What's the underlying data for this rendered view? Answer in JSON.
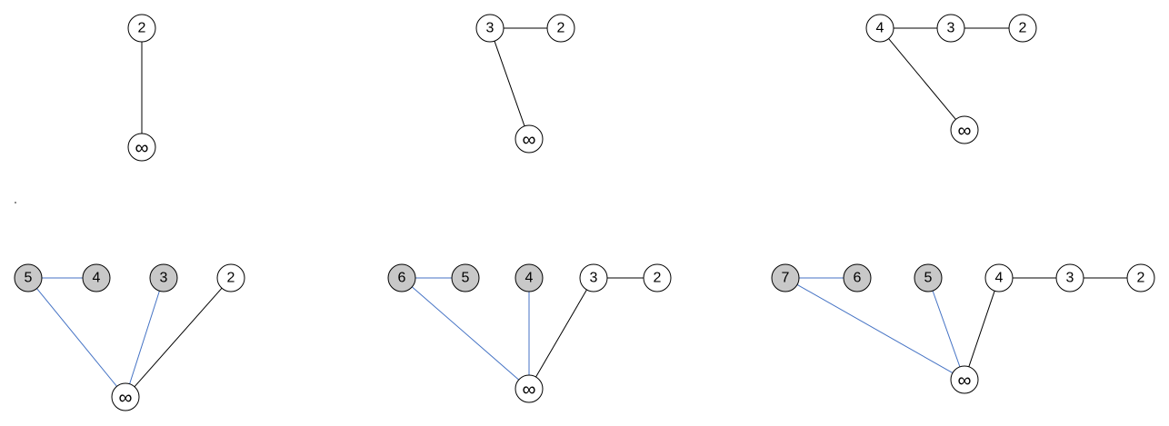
{
  "colors": {
    "node_fill": "#ffffff",
    "highlight_fill": "#c8c8c8",
    "edge_default": "#000000",
    "edge_highlight": "#4472c4"
  },
  "diagrams": [
    {
      "nodes": [
        {
          "id": "n2",
          "label": "2",
          "highlighted": false
        },
        {
          "id": "inf",
          "label": "∞",
          "highlighted": false
        }
      ],
      "edges": [
        {
          "from": "n2",
          "to": "inf",
          "highlighted": false
        }
      ]
    },
    {
      "nodes": [
        {
          "id": "n3",
          "label": "3",
          "highlighted": false
        },
        {
          "id": "n2",
          "label": "2",
          "highlighted": false
        },
        {
          "id": "inf",
          "label": "∞",
          "highlighted": false
        }
      ],
      "edges": [
        {
          "from": "n3",
          "to": "n2",
          "highlighted": false
        },
        {
          "from": "n3",
          "to": "inf",
          "highlighted": false
        }
      ]
    },
    {
      "nodes": [
        {
          "id": "n4",
          "label": "4",
          "highlighted": false
        },
        {
          "id": "n3",
          "label": "3",
          "highlighted": false
        },
        {
          "id": "n2",
          "label": "2",
          "highlighted": false
        },
        {
          "id": "inf",
          "label": "∞",
          "highlighted": false
        }
      ],
      "edges": [
        {
          "from": "n4",
          "to": "n3",
          "highlighted": false
        },
        {
          "from": "n3",
          "to": "n2",
          "highlighted": false
        },
        {
          "from": "n4",
          "to": "inf",
          "highlighted": false
        }
      ]
    },
    {
      "nodes": [
        {
          "id": "n5",
          "label": "5",
          "highlighted": true
        },
        {
          "id": "n4",
          "label": "4",
          "highlighted": true
        },
        {
          "id": "n3",
          "label": "3",
          "highlighted": true
        },
        {
          "id": "n2",
          "label": "2",
          "highlighted": false
        },
        {
          "id": "inf",
          "label": "∞",
          "highlighted": false
        }
      ],
      "edges": [
        {
          "from": "n5",
          "to": "n4",
          "highlighted": true
        },
        {
          "from": "n5",
          "to": "inf",
          "highlighted": true
        },
        {
          "from": "n3",
          "to": "inf",
          "highlighted": true
        },
        {
          "from": "n2",
          "to": "inf",
          "highlighted": false
        }
      ]
    },
    {
      "nodes": [
        {
          "id": "n6",
          "label": "6",
          "highlighted": true
        },
        {
          "id": "n5",
          "label": "5",
          "highlighted": true
        },
        {
          "id": "n4",
          "label": "4",
          "highlighted": true
        },
        {
          "id": "n3",
          "label": "3",
          "highlighted": false
        },
        {
          "id": "n2",
          "label": "2",
          "highlighted": false
        },
        {
          "id": "inf",
          "label": "∞",
          "highlighted": false
        }
      ],
      "edges": [
        {
          "from": "n6",
          "to": "n5",
          "highlighted": true
        },
        {
          "from": "n3",
          "to": "n2",
          "highlighted": false
        },
        {
          "from": "n6",
          "to": "inf",
          "highlighted": true
        },
        {
          "from": "n4",
          "to": "inf",
          "highlighted": true
        },
        {
          "from": "n3",
          "to": "inf",
          "highlighted": false
        }
      ]
    },
    {
      "nodes": [
        {
          "id": "n7",
          "label": "7",
          "highlighted": true
        },
        {
          "id": "n6",
          "label": "6",
          "highlighted": true
        },
        {
          "id": "n5",
          "label": "5",
          "highlighted": true
        },
        {
          "id": "n4",
          "label": "4",
          "highlighted": false
        },
        {
          "id": "n3",
          "label": "3",
          "highlighted": false
        },
        {
          "id": "n2",
          "label": "2",
          "highlighted": false
        },
        {
          "id": "inf",
          "label": "∞",
          "highlighted": false
        }
      ],
      "edges": [
        {
          "from": "n7",
          "to": "n6",
          "highlighted": true
        },
        {
          "from": "n4",
          "to": "n3",
          "highlighted": false
        },
        {
          "from": "n3",
          "to": "n2",
          "highlighted": false
        },
        {
          "from": "n7",
          "to": "inf",
          "highlighted": true
        },
        {
          "from": "n5",
          "to": "inf",
          "highlighted": true
        },
        {
          "from": "n4",
          "to": "inf",
          "highlighted": false
        }
      ]
    }
  ]
}
